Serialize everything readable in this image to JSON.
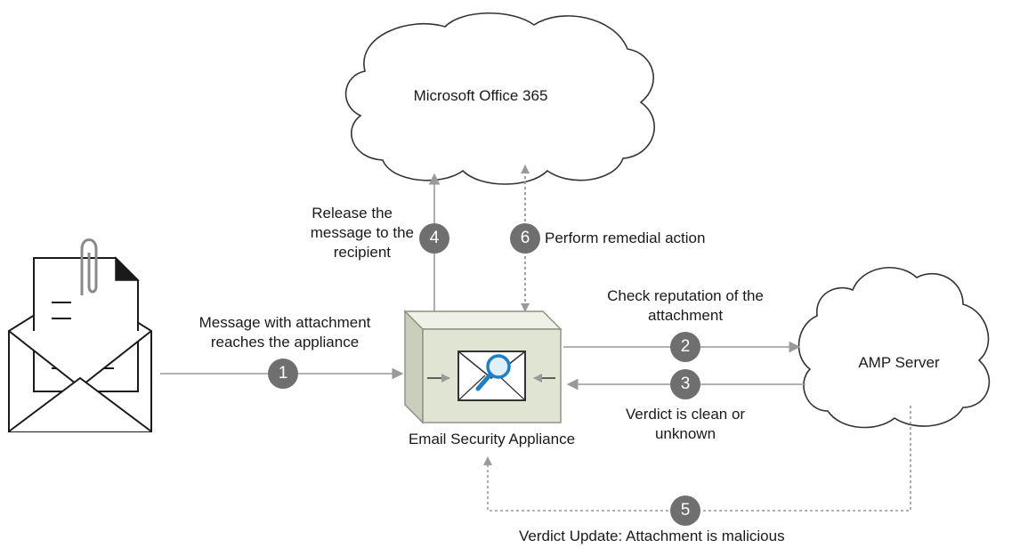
{
  "nodes": {
    "office365": "Microsoft Office 365",
    "amp_server": "AMP Server",
    "appliance": "Email Security Appliance"
  },
  "steps": [
    {
      "number": "1",
      "label": [
        "Message with attachment",
        "reaches the appliance"
      ]
    },
    {
      "number": "2",
      "label": [
        "Check reputation of the",
        "attachment"
      ]
    },
    {
      "number": "3",
      "label": [
        "Verdict is clean or",
        "unknown"
      ]
    },
    {
      "number": "4",
      "label": [
        "Release the",
        "message to the",
        "recipient"
      ]
    },
    {
      "number": "5",
      "label": [
        "Verdict Update: Attachment is malicious"
      ]
    },
    {
      "number": "6",
      "label": [
        "Perform remedial action"
      ]
    }
  ],
  "colors": {
    "line": "#9a9a9a",
    "badge": "#6f6f6f",
    "appliance_fill": "#dfe4d3",
    "appliance_edge": "#8a8f80",
    "magnifier": "#1f7fc4"
  }
}
